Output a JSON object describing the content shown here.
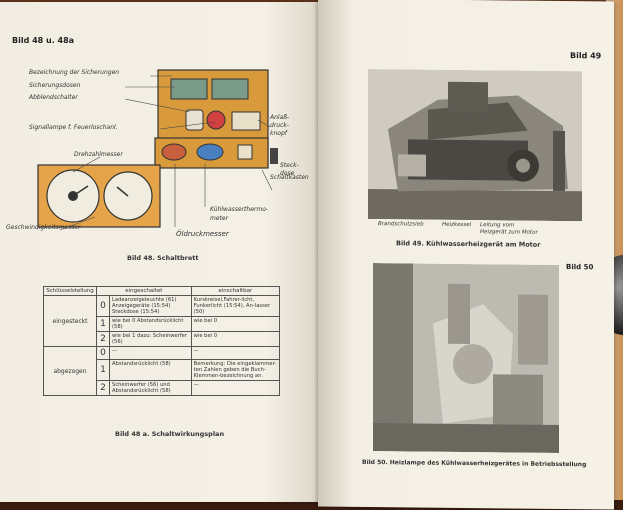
{
  "left_page": {
    "header": "Bild 48 u. 48a",
    "diagram_labels": {
      "bezeichnung": "Bezeichnung der Sicherungen",
      "sicherungsdosen": "Sicherungsdosen",
      "abblendschalter": "Abblendschalter",
      "signallampe": "Signallampe f. Feuerloschanl.",
      "anlassdruckknopf": "Anlaß-druck-knopf",
      "drehzahlmesser": "Drehzahlmesser",
      "schaltkasten": "Schaltkasten",
      "steckdose": "Steck-dose",
      "kuehlwasserthermometer": "Kühlwasserthermo-meter",
      "oeldruckmesser": "Öldruckmesser",
      "geschwindigkeitsmesser": "Geschwindigkeitsmesser"
    },
    "caption_48": "Bild 48. Schaltbrett",
    "table": {
      "headers": [
        "Schlüsselstellung",
        "eingeschaltet",
        "einschaltbar"
      ],
      "eingesteckt": "eingesteckt",
      "abgezogen": "abgezogen",
      "rows": [
        {
          "pos": "0",
          "ein": "Ladeanzeigeleuchte (61) Anzeigegeräte (15:54) Steckdose (15:54)",
          "bar": "Kurskreisel,Fahrer-licht, Funkerlicht (15:54), An-lasser (50)"
        },
        {
          "pos": "1",
          "ein": "wie bei 0 Abstandsrücklicht (58)",
          "bar": "wie bei 0"
        },
        {
          "pos": "2",
          "ein": "wie bei 1 dazu: Scheinwerfer (56)",
          "bar": "wie bei 0"
        },
        {
          "pos": "0",
          "ein": "—",
          "bar": "—"
        },
        {
          "pos": "1",
          "ein": "Abstandsrücklicht (58)",
          "bar": "Bemerkung: Die eingeklammer-ten Zahlen geben die Buch-Klemmen-bezeichnung an."
        },
        {
          "pos": "2",
          "ein": "Scheinwerfer (56) und Abstandsrücklicht (58)",
          "bar": "—"
        }
      ]
    },
    "caption_48a": "Bild 48 a. Schaltwirkungsplan"
  },
  "right_page": {
    "header": "Bild 49",
    "photo49_labels": {
      "brandschutzsieb": "Brandschutzsieb",
      "heizkessel": "Heizkessel",
      "leitung": "Leitung vom Heizgerät zum Motor"
    },
    "caption_49": "Bild 49. Kühlwasserheizgerät am Motor",
    "header_50": "Bild 50",
    "caption_50": "Bild 50. Heizlampe des Kühlwasserheizgerätes in Betriebsstellung"
  }
}
